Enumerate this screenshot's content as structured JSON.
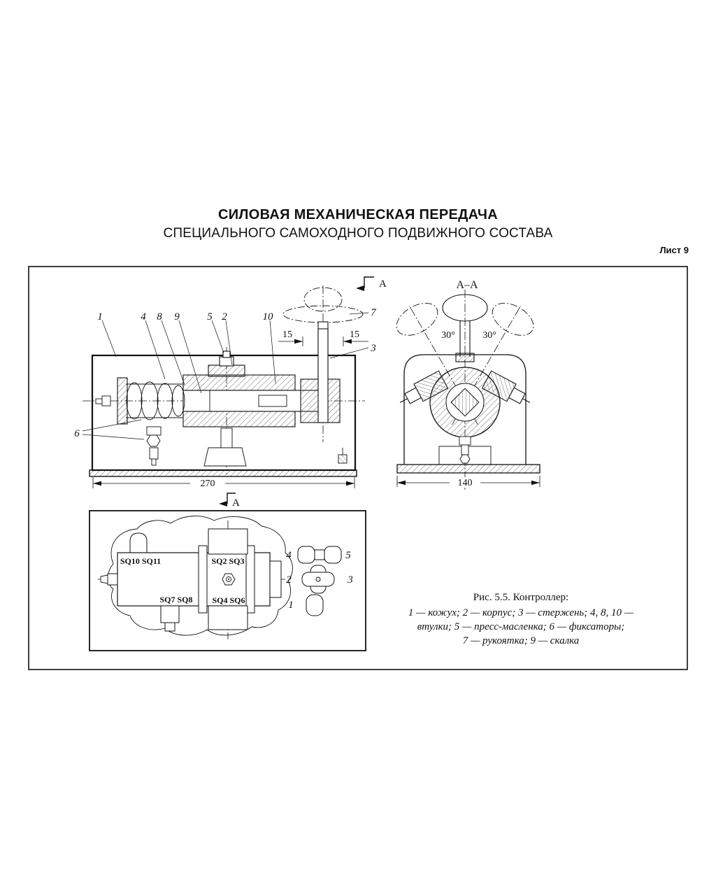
{
  "page": {
    "title_line1": "СИЛОВАЯ МЕХАНИЧЕСКАЯ ПЕРЕДАЧА",
    "title_line2": "СПЕЦИАЛЬНОГО САМОХОДНОГО ПОДВИЖНОГО СОСТАВА",
    "sheet_label": "Лист 9"
  },
  "side_view": {
    "callout_1": "1",
    "callout_4": "4",
    "callout_8": "8",
    "callout_9": "9",
    "callout_5": "5",
    "callout_2": "2",
    "callout_10": "10",
    "callout_7": "7",
    "callout_3": "3",
    "callout_6": "6",
    "dim_15_left": "15",
    "dim_15_right": "15",
    "dim_width": "270",
    "section_mark_top": "А",
    "section_mark_bottom": "А"
  },
  "section_view": {
    "label": "А–А",
    "angle_left": "30°",
    "angle_right": "30°",
    "dim_width": "140"
  },
  "top_view": {
    "label_sq10_sq11": "SQ10 SQ11",
    "label_sq2_sq3": "SQ2 SQ3",
    "label_sq7_sq8": "SQ7 SQ8",
    "label_sq4_sq6": "SQ4 SQ6",
    "callout_4": "4",
    "callout_5": "5",
    "callout_2": "2",
    "callout_3": "3",
    "callout_1": "1"
  },
  "caption": {
    "title": "Рис. 5.5. Контроллер:",
    "line1": "1 — кожух; 2 — корпус; 3 — стержень; 4, 8, 10 —",
    "line2": "втулки; 5 — пресс-масленка; 6 — фиксаторы;",
    "line3": "7 — рукоятка; 9 — скалка"
  }
}
